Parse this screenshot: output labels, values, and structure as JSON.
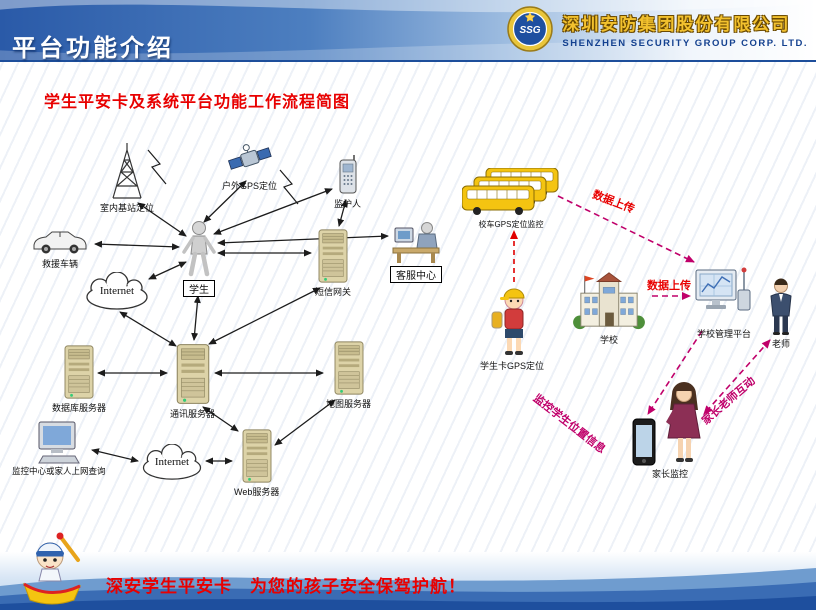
{
  "header": {
    "title": "平台功能介绍",
    "logo_text": "SSG",
    "company_cn": "深圳安防集团股份有限公司",
    "company_en": "SHENZHEN SECURITY GROUP CORP. LTD."
  },
  "subtitle": "学生平安卡及系统平台功能工作流程简图",
  "left": {
    "tower": "室内基站定位",
    "gps": "户外GPS定位",
    "guardian": "监护人",
    "rescue": "救援车辆",
    "student": "学生",
    "internet1": "Internet",
    "sms": "短信网关",
    "service": "客服中心",
    "db": "数据库服务器",
    "comm": "通讯服务器",
    "map": "地图服务器",
    "web": "Web服务器",
    "monitor": "监控中心或家人上网查询",
    "internet2": "Internet"
  },
  "right": {
    "bus": "校车GPS定位监控",
    "school": "学校",
    "student_gps": "学生卡GPS定位",
    "platform": "学校管理平台",
    "teacher": "老师",
    "parent": "家长监控",
    "upload1": "数据上传",
    "upload2": "数据上传",
    "monitor_info": "监控学生位置信息",
    "interact": "家长老师互动"
  },
  "footer": {
    "slogan": "深安学生平安卡　为您的孩子安全保驾护航！"
  },
  "colors": {
    "header_blue": "#2f62ae",
    "accent_red": "#e80000",
    "link_magenta": "#c0006a",
    "company_gold": "#f2c12e",
    "bus_yellow": "#f4c411",
    "server_beige": "#ddd3a8"
  }
}
